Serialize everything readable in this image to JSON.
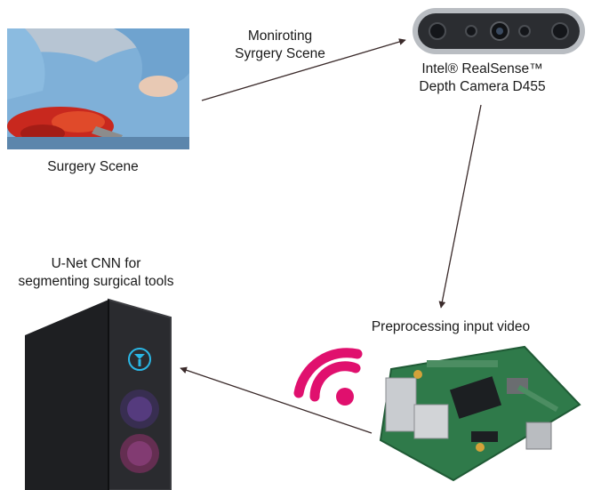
{
  "labels": {
    "surgery_scene": "Surgery Scene",
    "monitoring_line1": "Moniroting",
    "monitoring_line2": "Syrgery Scene",
    "camera_line1": "Intel® RealSense™",
    "camera_line2": "Depth Camera D455",
    "preprocessing": "Preprocessing input video",
    "unet_line1": "U-Net CNN for",
    "unet_line2": "segmenting surgical tools"
  },
  "icons": {
    "wifi": "wifi-icon",
    "wifi_color": "#e0106e"
  },
  "colors": {
    "arrow": "#3a2a2a",
    "drape": "#7fb0d8",
    "tissue": "#c8281e",
    "board": "#2f7a4a",
    "pc_light": "#2ab7e6"
  }
}
